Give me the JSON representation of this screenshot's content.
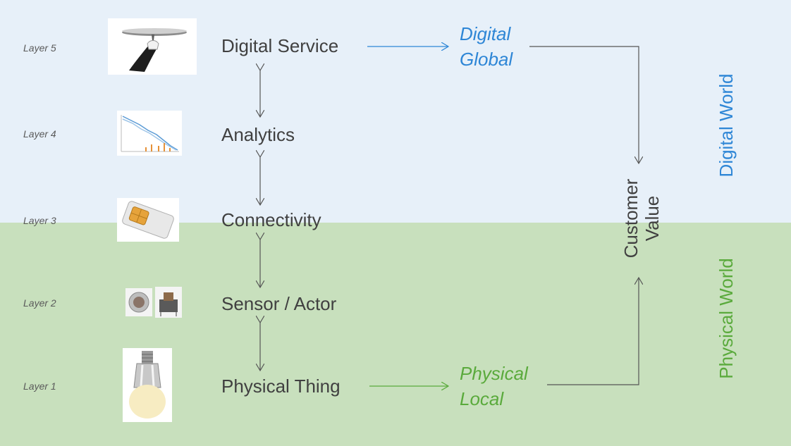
{
  "layers": [
    {
      "label": "Layer 5",
      "name": "Digital Service"
    },
    {
      "label": "Layer 4",
      "name": "Analytics"
    },
    {
      "label": "Layer 3",
      "name": "Connectivity"
    },
    {
      "label": "Layer 2",
      "name": "Sensor / Actor"
    },
    {
      "label": "Layer 1",
      "name": "Physical Thing"
    }
  ],
  "outcomes": {
    "digital": {
      "line1": "Digital",
      "line2": "Global"
    },
    "physical": {
      "line1": "Physical",
      "line2": "Local"
    }
  },
  "customer_value": {
    "line1": "Customer",
    "line2": "Value"
  },
  "worlds": {
    "digital": "Digital World",
    "physical": "Physical World"
  },
  "colors": {
    "digital_bg": "#e7f0f9",
    "physical_bg": "#c8e0bd",
    "digital_accent": "#2e86d6",
    "physical_accent": "#5aaa3c",
    "text": "#404040"
  },
  "icons": [
    "serving-tray-icon",
    "line-chart-icon",
    "sim-card-icon",
    "sensor-button-icon",
    "light-bulb-icon"
  ]
}
